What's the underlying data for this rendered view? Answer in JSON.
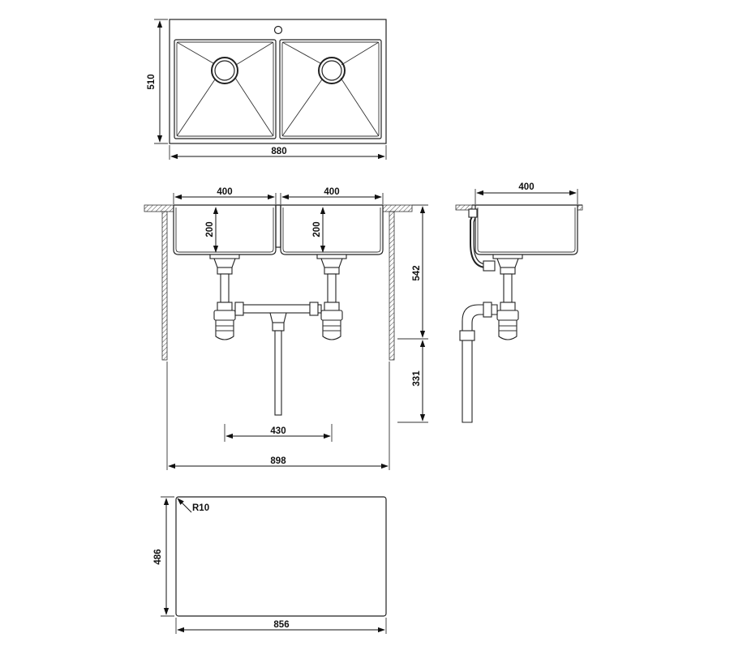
{
  "top_view": {
    "width_label": "880",
    "depth_label": "510"
  },
  "front_view": {
    "left_bowl_width": "400",
    "right_bowl_width": "400",
    "left_bowl_depth": "200",
    "right_bowl_depth": "200",
    "height_label": "542",
    "below_height_label": "331",
    "drain_spacing_label": "430",
    "overall_width_label": "898"
  },
  "side_view": {
    "width_label": "400"
  },
  "cutout_view": {
    "radius_label": "R10",
    "depth_label": "486",
    "width_label": "856"
  }
}
